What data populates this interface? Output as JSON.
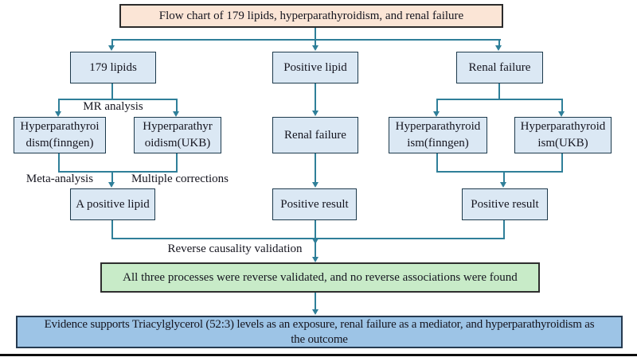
{
  "colors": {
    "line": "#2f7f99",
    "box_border": "#1d3a4c",
    "peach": "#fbe5d6",
    "peach_border": "#2b2b2b",
    "blue_fill": "#dbe8f4",
    "green_fill": "#c8ebc8",
    "green_border": "#2e2e2e",
    "bottom_fill": "#9dc4e6",
    "bottom_border": "#253a50",
    "ink": "#15151f"
  },
  "diagram": {
    "title": "Flow chart of 179 lipids, hyperparathyroidism, and renal failure",
    "left_branch": {
      "top": "179 lipids",
      "edge_label": "MR analysis",
      "finngen": "Hyperparathyroi\ndism(finngen)",
      "ukb": "Hyperparathyr\noidism(UKB)",
      "meta_label": "Meta-analysis",
      "corrections_label": "Multiple corrections",
      "result": "A positive lipid"
    },
    "middle_branch": {
      "top": "Positive lipid",
      "mediator": "Renal failure",
      "result": "Positive result"
    },
    "right_branch": {
      "top": "Renal failure",
      "finngen": "Hyperparathyroid\nism(finngen)",
      "ukb": "Hyperparathyroid\nism(UKB)",
      "result": "Positive result"
    },
    "reverse_label": "Reverse causality validation",
    "validation": "All three processes were reverse validated, and no reverse associations were found",
    "conclusion": "Evidence supports Triacylglycerol (52:3) levels as an exposure, renal failure as a mediator, and hyperparathyroidism as\nthe outcome"
  }
}
